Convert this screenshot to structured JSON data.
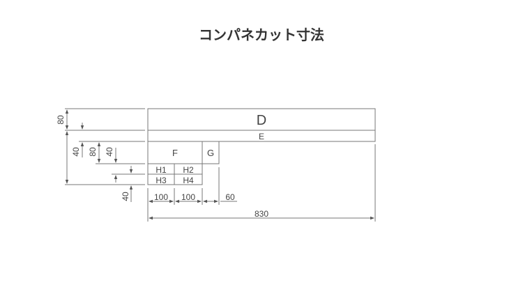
{
  "title": "コンパネカット寸法",
  "panels": {
    "d": "D",
    "e": "E",
    "f": "F",
    "g": "G",
    "h1": "H1",
    "h2": "H2",
    "h3": "H3",
    "h4": "H4"
  },
  "dimensions": {
    "left_80_top": "80",
    "left_40_a": "40",
    "left_80_b": "80",
    "left_40_b": "40",
    "left_40_c": "40",
    "bottom_100_a": "100",
    "bottom_100_b": "100",
    "bottom_60": "60",
    "total_830": "830"
  }
}
